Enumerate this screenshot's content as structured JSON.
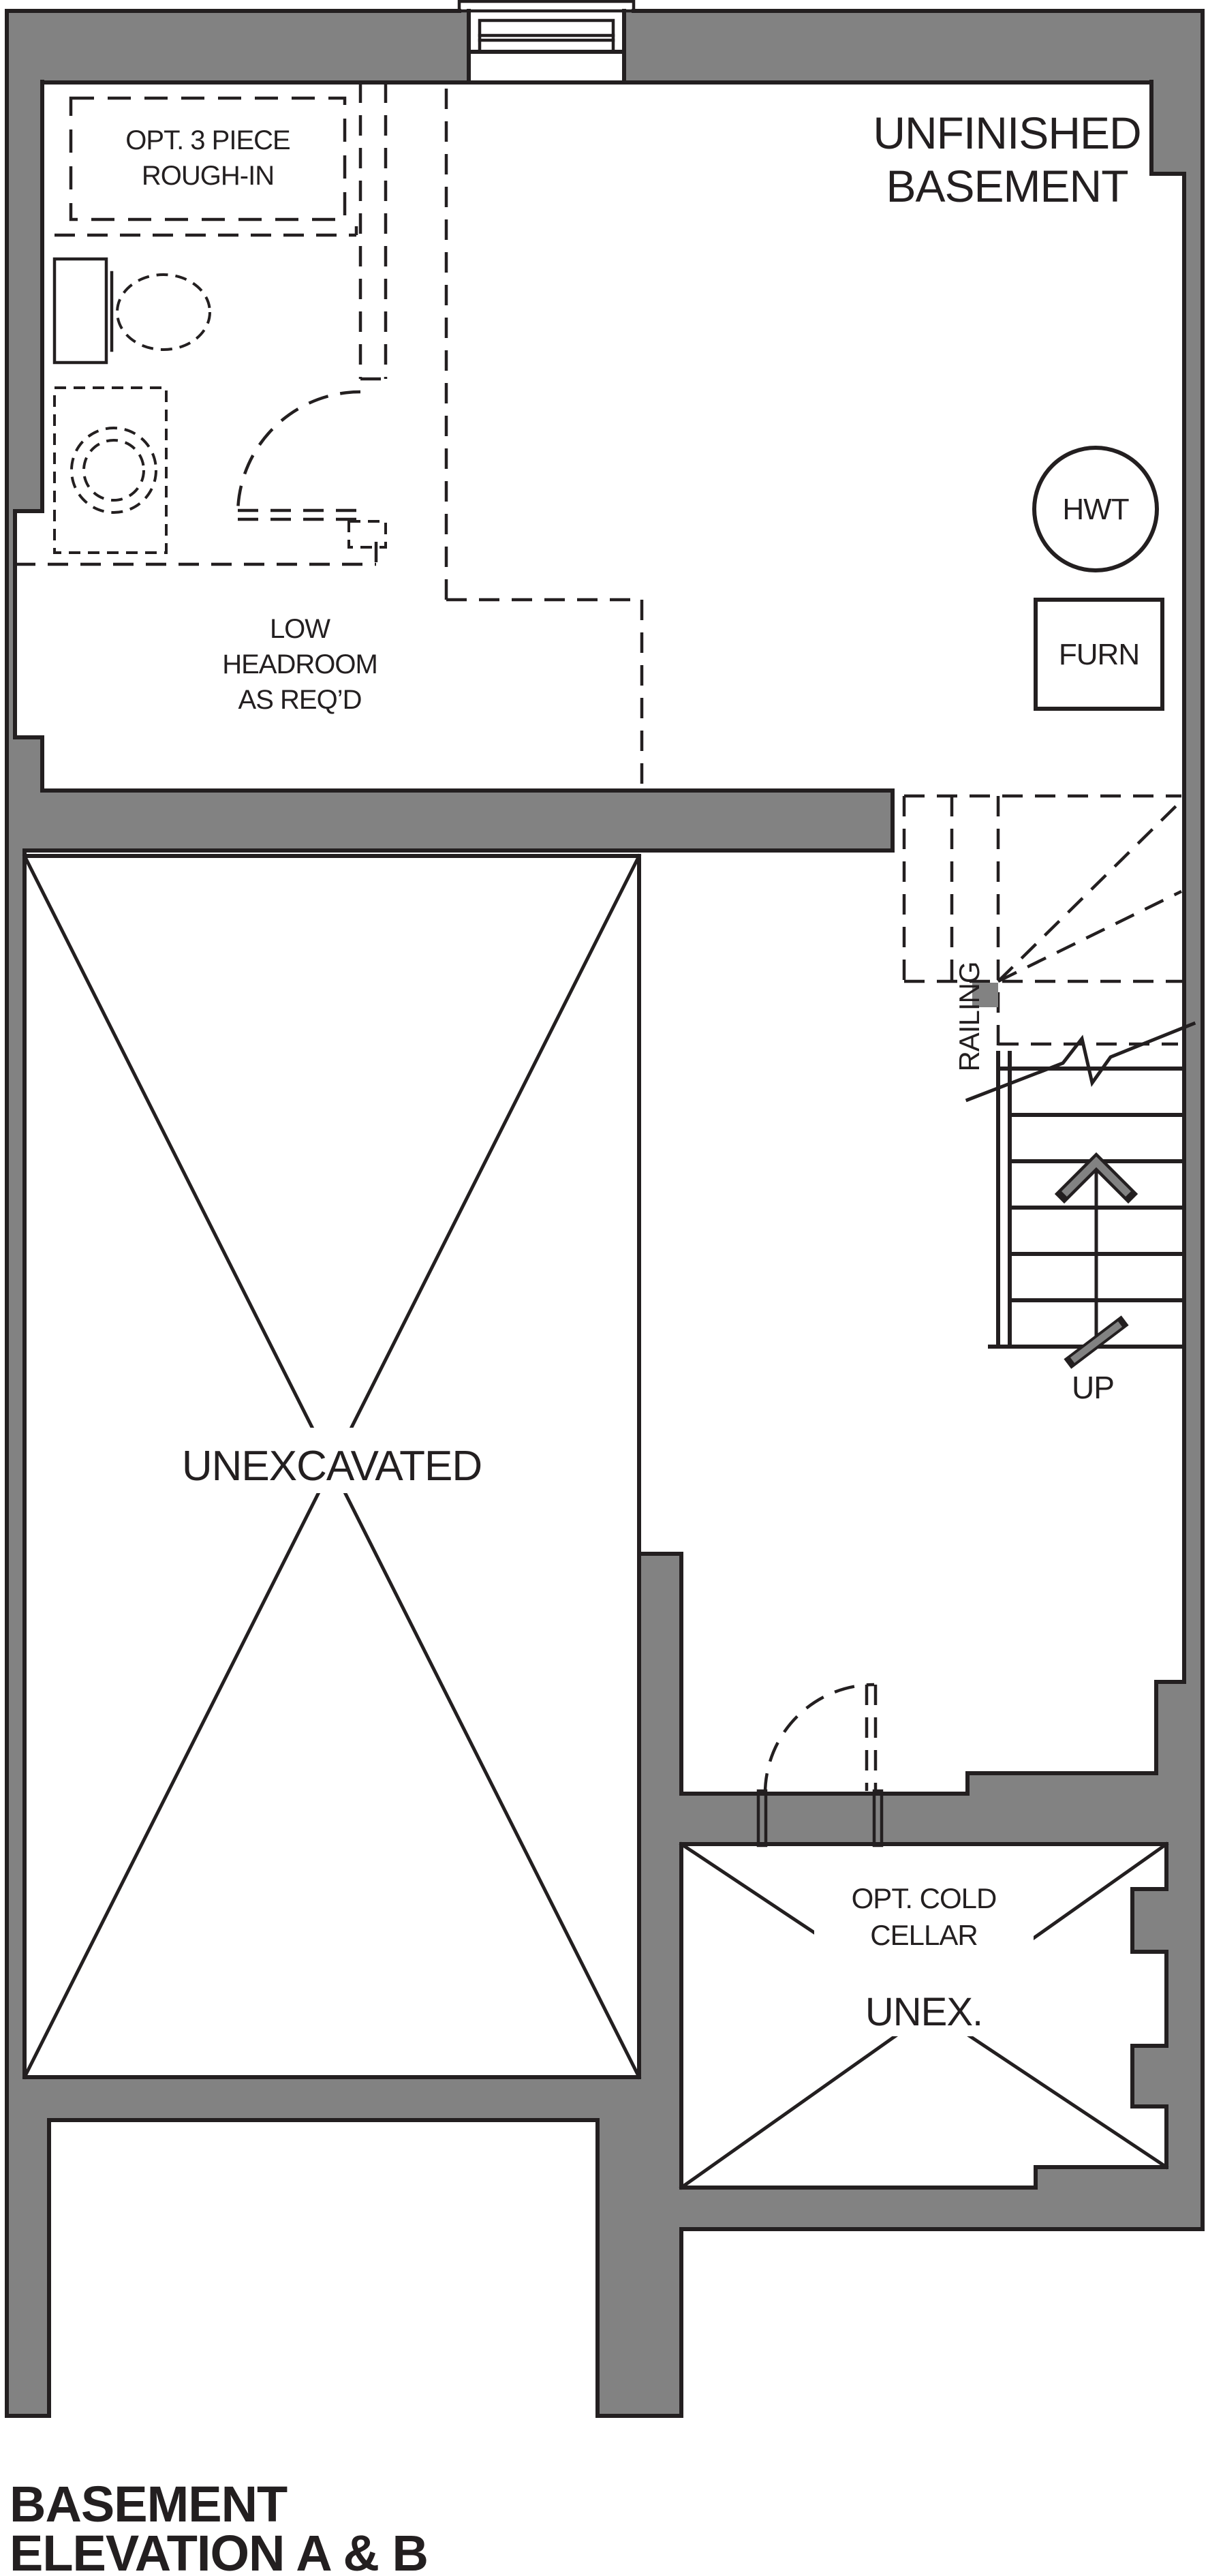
{
  "plan": {
    "rooms": {
      "unfinished_basement": {
        "label_line1": "UNFINISHED",
        "label_line2": "BASEMENT"
      },
      "rough_in": {
        "label_line1": "OPT. 3 PIECE",
        "label_line2": "ROUGH-IN"
      },
      "low_headroom": {
        "label_line1": "LOW",
        "label_line2": "HEADROOM",
        "label_line3": "AS REQ’D"
      },
      "unexcavated": {
        "label": "UNEXCAVATED"
      },
      "cold_cellar": {
        "label_line1": "OPT. COLD",
        "label_line2": "CELLAR",
        "unex_label": "UNEX."
      }
    },
    "equipment": {
      "hot_water_tank": "HWT",
      "furnace": "FURN"
    },
    "stairs": {
      "railing_label": "RAILING",
      "direction_label": "UP"
    },
    "colors": {
      "wall_fill": "#828282",
      "line_color": "#231f20",
      "background": "#ffffff"
    }
  },
  "title_block": {
    "line1": "BASEMENT",
    "line2": "ELEVATION A & B"
  }
}
